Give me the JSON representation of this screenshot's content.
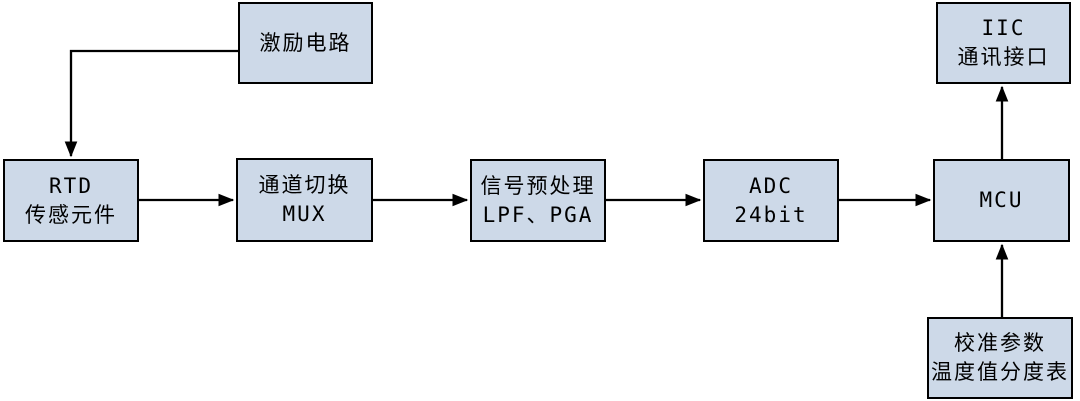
{
  "colors": {
    "box_fill": "#cdd9e8",
    "box_border": "#000000",
    "connector": "#000000",
    "background": "#ffffff",
    "text": "#000000"
  },
  "nodes": {
    "excitation": {
      "lines": [
        "激励电路"
      ]
    },
    "rtd": {
      "lines": [
        "RTD",
        "传感元件"
      ]
    },
    "mux": {
      "lines": [
        "通道切换",
        "MUX"
      ]
    },
    "preprocess": {
      "lines": [
        "信号预处理",
        "LPF、PGA"
      ]
    },
    "adc": {
      "lines": [
        "ADC",
        "24bit"
      ]
    },
    "mcu": {
      "lines": [
        "MCU"
      ]
    },
    "iic": {
      "lines": [
        "IIC",
        "通讯接口"
      ]
    },
    "calibration": {
      "lines": [
        "校准参数",
        "温度值分度表"
      ]
    }
  },
  "connectors": [
    {
      "from": "excitation",
      "to": "rtd",
      "style": "elbow-down"
    },
    {
      "from": "rtd",
      "to": "mux",
      "style": "straight-right"
    },
    {
      "from": "mux",
      "to": "preprocess",
      "style": "straight-right"
    },
    {
      "from": "preprocess",
      "to": "adc",
      "style": "straight-right"
    },
    {
      "from": "adc",
      "to": "mcu",
      "style": "straight-right"
    },
    {
      "from": "mcu",
      "to": "iic",
      "style": "straight-up"
    },
    {
      "from": "calibration",
      "to": "mcu",
      "style": "straight-up"
    }
  ]
}
